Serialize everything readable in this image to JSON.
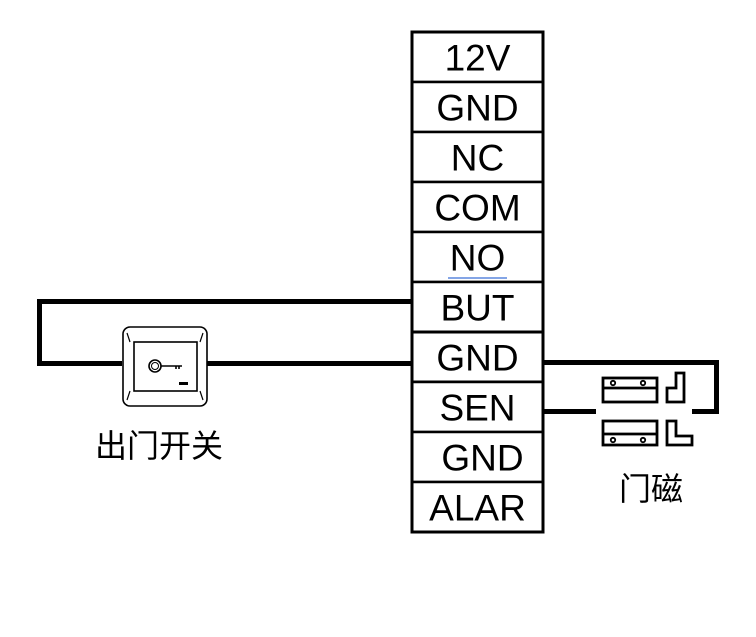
{
  "terminal_block": {
    "terminals": [
      {
        "label": "12V"
      },
      {
        "label": "GND"
      },
      {
        "label": "NC"
      },
      {
        "label": "COM"
      },
      {
        "label": "NO",
        "underline_color": "#3b6fd8"
      },
      {
        "label": "BUT"
      },
      {
        "label": "GND"
      },
      {
        "label": "SEN"
      },
      {
        "label": "GND"
      },
      {
        "label": "ALAR"
      }
    ]
  },
  "exit_button": {
    "label": "出门开关",
    "icon": "key-icon",
    "connects_to": [
      "BUT",
      "GND"
    ]
  },
  "door_sensor": {
    "label": "门磁",
    "icon": "magnet-icon",
    "connects_to": [
      "GND",
      "SEN"
    ]
  }
}
